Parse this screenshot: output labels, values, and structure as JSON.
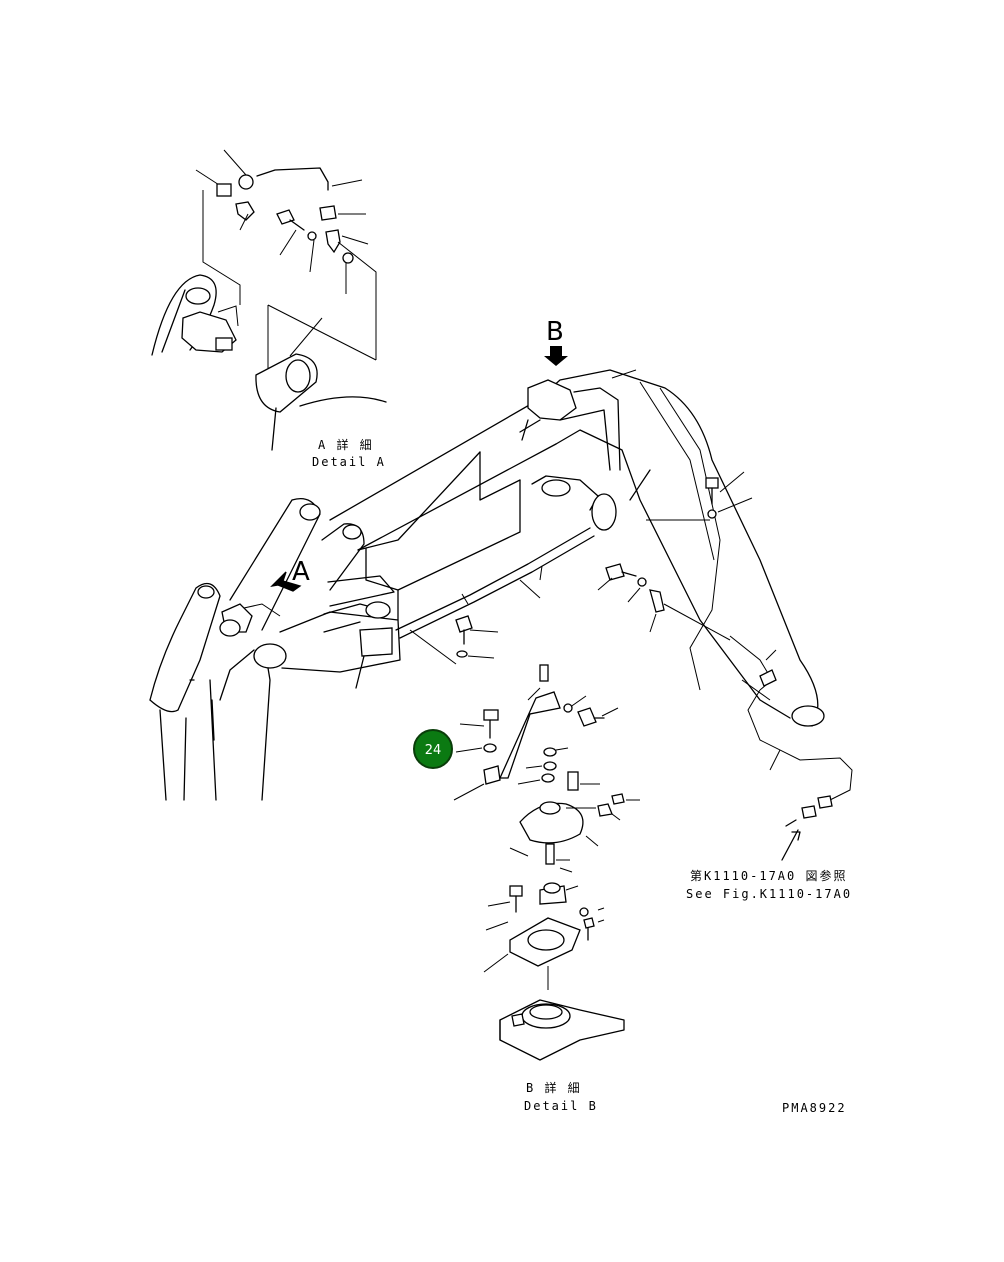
{
  "labels": {
    "detail_a_jp": "A 詳 細",
    "detail_a_en": "Detail A",
    "detail_b_jp": "B 詳 細",
    "detail_b_en": "Detail B",
    "view_b": "B",
    "view_a": "A",
    "ref_jp": "第K1110-17A0 図参照",
    "ref_en": "See Fig.K1110-17A0",
    "drawing_no": "PMA8922"
  },
  "callout": {
    "number": "24",
    "color": "#0b7a12",
    "border_color": "#0a3d0a"
  }
}
